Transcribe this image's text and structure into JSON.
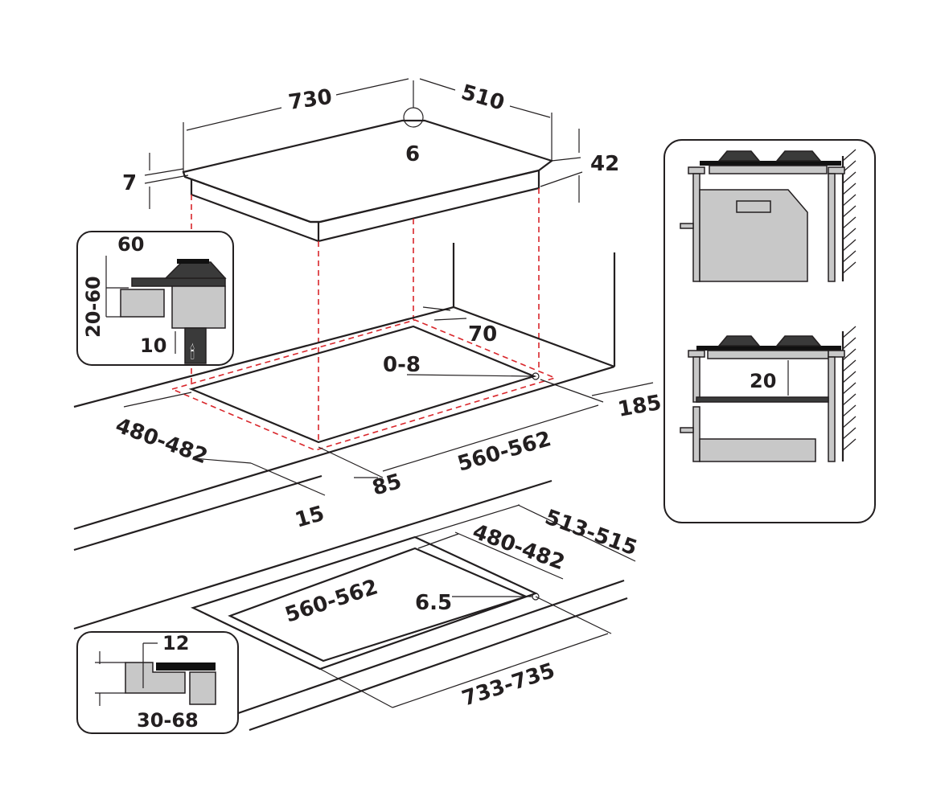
{
  "hob": {
    "width": "730",
    "depth": "510",
    "corner_radius": "6",
    "glass_thickness": "7",
    "height": "42"
  },
  "cutout_top": {
    "depth": "480-482",
    "width": "560-562",
    "front_gap": "15",
    "side_gap": "85",
    "back_gap": "70",
    "wall_gap": "185",
    "corner": "0-8"
  },
  "cutout_flush": {
    "outer_depth": "513-515",
    "inner_depth": "480-482",
    "inner_width": "560-562",
    "corner": "6.5",
    "outer_width": "733-735"
  },
  "detail_worktop": {
    "min_side": "60",
    "thickness": "20-60",
    "gas_clearance": "10"
  },
  "detail_flush": {
    "rebate": "12",
    "thickness": "30-68"
  },
  "detail_oven": {
    "gap": "20"
  }
}
